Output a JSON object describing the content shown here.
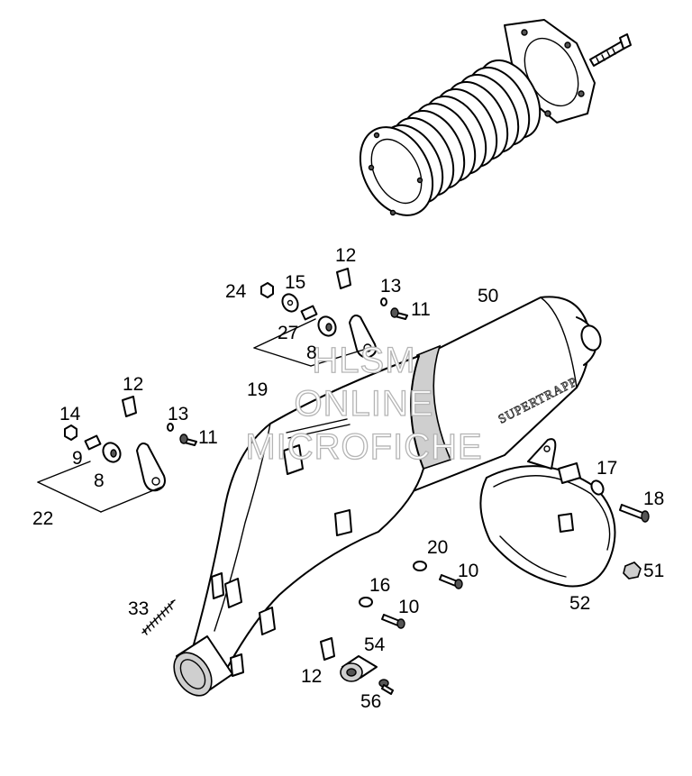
{
  "diagram": {
    "callouts": [
      {
        "id": "c12a",
        "text": "12"
      },
      {
        "id": "c24",
        "text": "24"
      },
      {
        "id": "c15",
        "text": "15"
      },
      {
        "id": "c13a",
        "text": "13"
      },
      {
        "id": "c11a",
        "text": "11"
      },
      {
        "id": "c50",
        "text": "50"
      },
      {
        "id": "c27",
        "text": "27"
      },
      {
        "id": "c8a",
        "text": "8"
      },
      {
        "id": "c19",
        "text": "19"
      },
      {
        "id": "c12b",
        "text": "12"
      },
      {
        "id": "c14",
        "text": "14"
      },
      {
        "id": "c13b",
        "text": "13"
      },
      {
        "id": "c11b",
        "text": "11"
      },
      {
        "id": "c9",
        "text": "9"
      },
      {
        "id": "c8b",
        "text": "8"
      },
      {
        "id": "c22",
        "text": "22"
      },
      {
        "id": "c17",
        "text": "17"
      },
      {
        "id": "c18",
        "text": "18"
      },
      {
        "id": "c20",
        "text": "20"
      },
      {
        "id": "c10a",
        "text": "10"
      },
      {
        "id": "c16",
        "text": "16"
      },
      {
        "id": "c10b",
        "text": "10"
      },
      {
        "id": "c51",
        "text": "51"
      },
      {
        "id": "c52",
        "text": "52"
      },
      {
        "id": "c33",
        "text": "33"
      },
      {
        "id": "c54",
        "text": "54"
      },
      {
        "id": "c12c",
        "text": "12"
      },
      {
        "id": "c56",
        "text": "56"
      }
    ],
    "brand_text": "SUPERTRAPP",
    "watermark": {
      "line1": "HLSM",
      "line2": "ONLINE",
      "line3": "MICROFICHE"
    }
  }
}
